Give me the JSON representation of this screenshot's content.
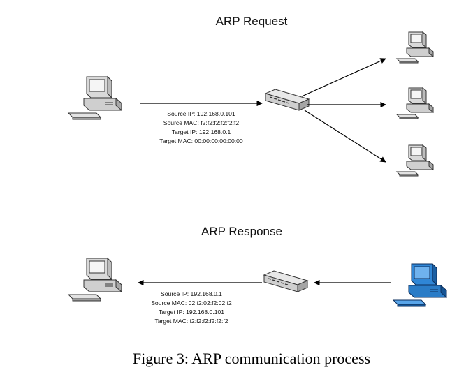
{
  "request": {
    "title": "ARP Request",
    "info": [
      "Source IP: 192.168.0.101",
      "Source MAC: f2:f2:f2:f2:f2:f2",
      "Target IP: 192.168.0.1",
      "Target MAC: 00:00:00:00:00:00"
    ]
  },
  "response": {
    "title": "ARP Response",
    "info": [
      "Source IP: 192.168.0.1",
      "Source MAC: 02:f2:02:f2:02:f2",
      "Target IP: 192.168.0.101",
      "Target MAC:  f2:f2:f2:f2:f2:f2"
    ]
  },
  "caption": "Figure 3: ARP communication process",
  "colors": {
    "highlight_computer": "#1a73c9",
    "line": "#000000"
  },
  "icons": [
    "computer-icon",
    "switch-icon",
    "arrow-icon"
  ]
}
